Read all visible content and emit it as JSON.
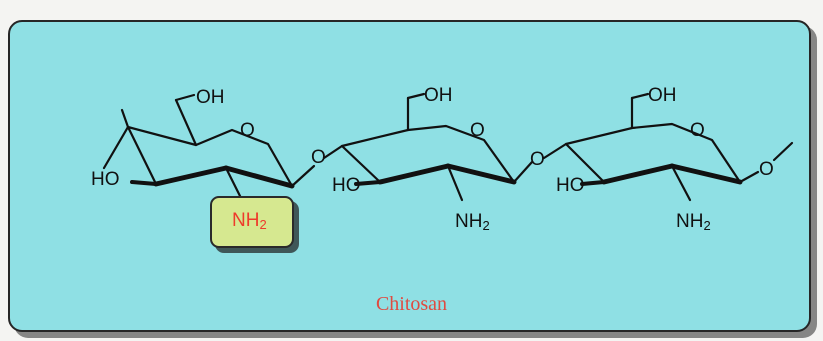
{
  "molecule": {
    "name": "Chitosan",
    "ring_labels": {
      "oh": "OH",
      "ho": "HO",
      "o": "O",
      "nh": "NH",
      "sub2": "2"
    }
  },
  "colors": {
    "panel_bg": "#8fe0e4",
    "highlight_box": "#d6e890",
    "highlight_text": "#ee3b2b",
    "caption": "#e04a40"
  }
}
